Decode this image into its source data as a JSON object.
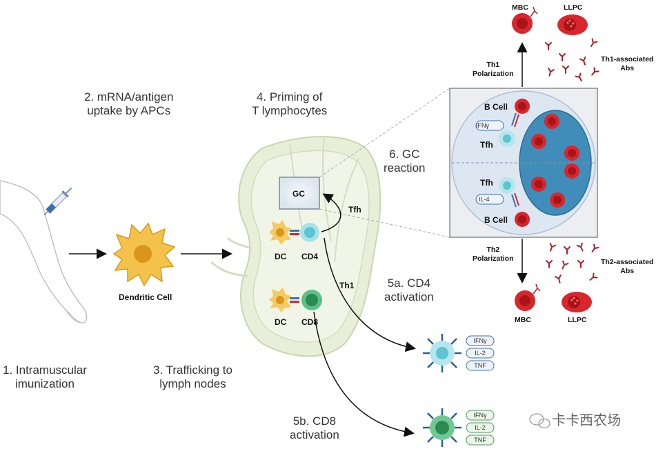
{
  "steps": {
    "s1": [
      "1. Intramuscular",
      "imunization"
    ],
    "s2": [
      "2. mRNA/antigen",
      "uptake by APCs"
    ],
    "s3": [
      "3. Trafficking to",
      "lymph nodes"
    ],
    "s4": [
      "4. Priming of",
      "T lymphocytes"
    ],
    "s5a": [
      "5a. CD4",
      "activation"
    ],
    "s5b": [
      "5b. CD8",
      "activation"
    ],
    "s6": [
      "6. GC",
      "reaction"
    ]
  },
  "labels": {
    "dendritic_cell": "Dendritic Cell",
    "gc": "GC",
    "dc": "DC",
    "cd4": "CD4",
    "cd8": "CD8",
    "tfh": "Tfh",
    "th1": "Th1",
    "b_cell": "B Cell",
    "mbc": "MBC",
    "llpc": "LLPC",
    "th1_polarization": [
      "Th1",
      "Polarization"
    ],
    "th2_polarization": [
      "Th2",
      "Polarization"
    ],
    "th1_abs": [
      "Th1-associated",
      "Abs"
    ],
    "th2_abs": [
      "Th2-associated",
      "Abs"
    ]
  },
  "cytokines": {
    "ifng": "IFNγ",
    "il2": "IL-2",
    "il4": "IL-4",
    "tnf": "TNF"
  },
  "watermark": "卡卡西农场",
  "colors": {
    "dendritic": "#e9b12a",
    "cd4": "#7fd3dc",
    "cd8": "#3daa6b",
    "bcell": "#d9262d",
    "gc_zone": "#3f8db8",
    "lymph": "#dfe8cc"
  }
}
